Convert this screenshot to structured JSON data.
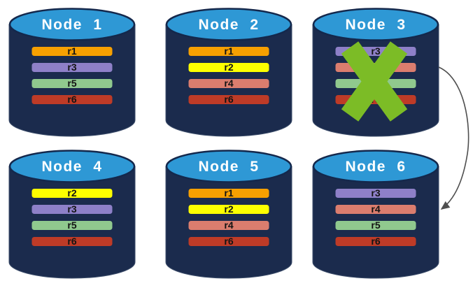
{
  "diagram": {
    "background": "#FFFFFF",
    "cylinder": {
      "body_color": "#1B2B4D",
      "top_color": "#2E98D5"
    },
    "failure_mark": {
      "color": "#7CBC26",
      "node": "Node 3"
    },
    "arrow": {
      "color": "#4F4F4F",
      "from": "Node 3",
      "to": "Node 6"
    },
    "nodes": [
      {
        "title": "Node 1",
        "failed": false,
        "replicas": [
          {
            "label": "r1",
            "color": "#F7A001"
          },
          {
            "label": "r3",
            "color": "#8E80C8"
          },
          {
            "label": "r5",
            "color": "#90C98E"
          },
          {
            "label": "r6",
            "color": "#BE3B27"
          }
        ]
      },
      {
        "title": "Node 2",
        "failed": false,
        "replicas": [
          {
            "label": "r1",
            "color": "#F7A001"
          },
          {
            "label": "r2",
            "color": "#FDFF00"
          },
          {
            "label": "r4",
            "color": "#DB7D6E"
          },
          {
            "label": "r6",
            "color": "#BE3B27"
          }
        ]
      },
      {
        "title": "Node 3",
        "failed": true,
        "replicas": [
          {
            "label": "r3",
            "color": "#8E80C8"
          },
          {
            "label": "r4",
            "color": "#DB7D6E"
          },
          {
            "label": "r5",
            "color": "#90C98E"
          },
          {
            "label": "r6",
            "color": "#BE3B27"
          }
        ]
      },
      {
        "title": "Node 4",
        "failed": false,
        "replicas": [
          {
            "label": "r2",
            "color": "#FDFF00"
          },
          {
            "label": "r3",
            "color": "#8E80C8"
          },
          {
            "label": "r5",
            "color": "#90C98E"
          },
          {
            "label": "r6",
            "color": "#BE3B27"
          }
        ]
      },
      {
        "title": "Node 5",
        "failed": false,
        "replicas": [
          {
            "label": "r1",
            "color": "#F7A001"
          },
          {
            "label": "r2",
            "color": "#FDFF00"
          },
          {
            "label": "r4",
            "color": "#DB7D6E"
          },
          {
            "label": "r6",
            "color": "#BE3B27"
          }
        ]
      },
      {
        "title": "Node 6",
        "failed": false,
        "replicas": [
          {
            "label": "r3",
            "color": "#8E80C8"
          },
          {
            "label": "r4",
            "color": "#DB7D6E"
          },
          {
            "label": "r5",
            "color": "#90C98E"
          },
          {
            "label": "r6",
            "color": "#BE3B27"
          }
        ]
      }
    ]
  }
}
